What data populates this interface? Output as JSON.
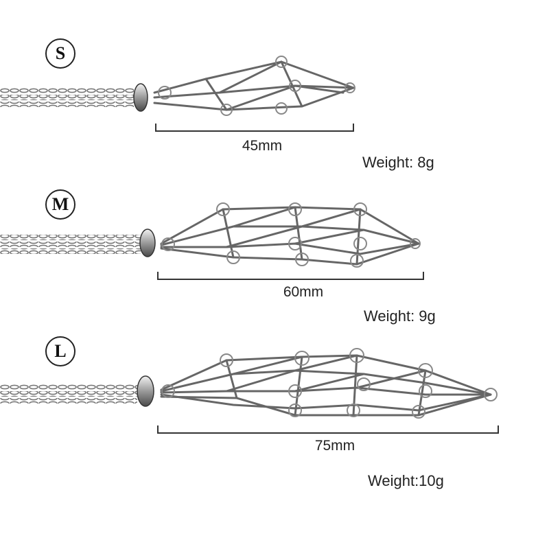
{
  "products": [
    {
      "size": "S",
      "length": "45mm",
      "weight": "Weight: 8g"
    },
    {
      "size": "M",
      "length": "60mm",
      "weight": "Weight: 9g"
    },
    {
      "size": "L",
      "length": "75mm",
      "weight": "Weight:10g"
    }
  ],
  "colors": {
    "background": "#ffffff",
    "metal_light": "#e8e8e8",
    "metal_dark": "#555555",
    "text": "#222222"
  }
}
